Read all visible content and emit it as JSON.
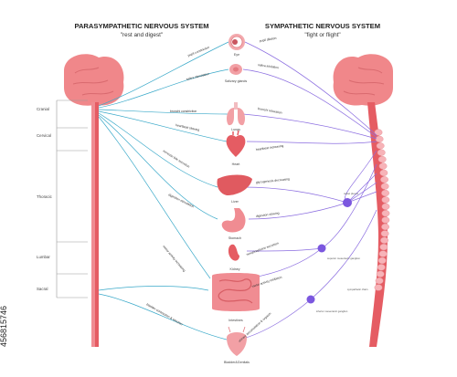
{
  "titles": {
    "left": "PARASYMPATHETIC NERVOUS SYSTEM",
    "left_sub": "\"rest and digest\"",
    "right": "SYMPATHETIC NERVOUS SYSTEM",
    "right_sub": "\"fight or flight\""
  },
  "segments": [
    "Cranial",
    "Cervical",
    "Thoracic",
    "Lumbar",
    "Sacral"
  ],
  "organs": [
    "Eye",
    "Salivary glands",
    "Lungs",
    "Heart",
    "Liver",
    "Stomach",
    "Kidney",
    "Intestines",
    "Bladder&Genitals"
  ],
  "para_effects": [
    "pupil constriction",
    "saliva stimulation",
    "bronchi constriction",
    "heartbeat slowing",
    "increase bile secretion",
    "digestion stimulation",
    "motor activity increasing",
    "bladder contraction & erection"
  ],
  "symp_effects": [
    "pupil dilation",
    "saliva inhibition",
    "bronchi relaxation",
    "heartbeat increasing",
    "glycogenesis decreasing",
    "digestion slowing",
    "norepinephrine secretion",
    "motor activity inhibition",
    "urinary accumulation & orgasm"
  ],
  "ganglia": [
    "celiac plexus",
    "superior mesenteric ganglion",
    "inferior mesenteric ganglion",
    "sympathetic chain"
  ],
  "watermark": "456815746",
  "colors": {
    "parasympathetic": "#3aa9c9",
    "sympathetic": "#8b6de0",
    "brain": "#f0878a",
    "cord": "#e55c63"
  }
}
